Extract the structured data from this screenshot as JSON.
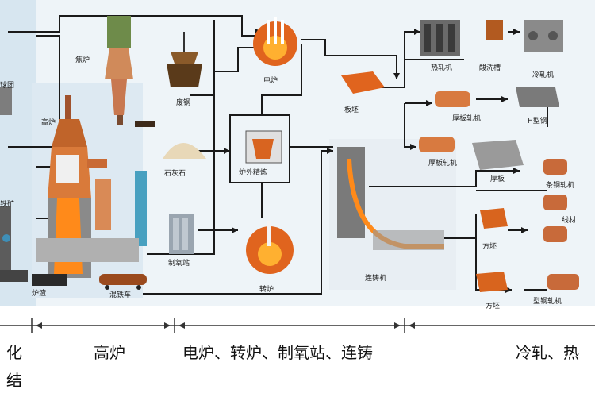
{
  "labels": {
    "pellet": "球团",
    "ore": "铁矿",
    "coke_oven": "焦炉",
    "blast_furnace": "高炉",
    "scrap": "废钢",
    "limestone": "石灰石",
    "oxygen_plant": "制氧站",
    "electric_furnace": "电炉",
    "secondary_refining": "炉外精炼",
    "converter": "转炉",
    "slag": "炉渣",
    "torpedo_car": "混铁车",
    "slab": "板坯",
    "continuous_caster": "连铸机",
    "hot_strip_mill": "热轧机",
    "pickling": "酸洗槽",
    "cold_rolling_mill": "冷轧机",
    "plate_mill": "厚板轧机",
    "steel_plate": "厚板",
    "h_beam": "H型钢",
    "bloom": "方坯",
    "billet": "方坯",
    "bar_mill": "条钢轧机",
    "wire_mill": "线材",
    "section_mill": "型钢轧机"
  },
  "stages": {
    "sinter_part1": "化",
    "sinter_part2": "结",
    "blast_furnace": "高炉",
    "steelmaking": "电炉、转炉、制氧站、连铸",
    "rolling": "冷轧、热"
  },
  "colors": {
    "pipe": "#1a1a1a",
    "furnace_orange": "#e0641e",
    "molten": "#ff9a1f",
    "panel": "#dde9f2",
    "structure_gray": "#7d7d7d",
    "stand_blue": "#3a6ea5"
  }
}
